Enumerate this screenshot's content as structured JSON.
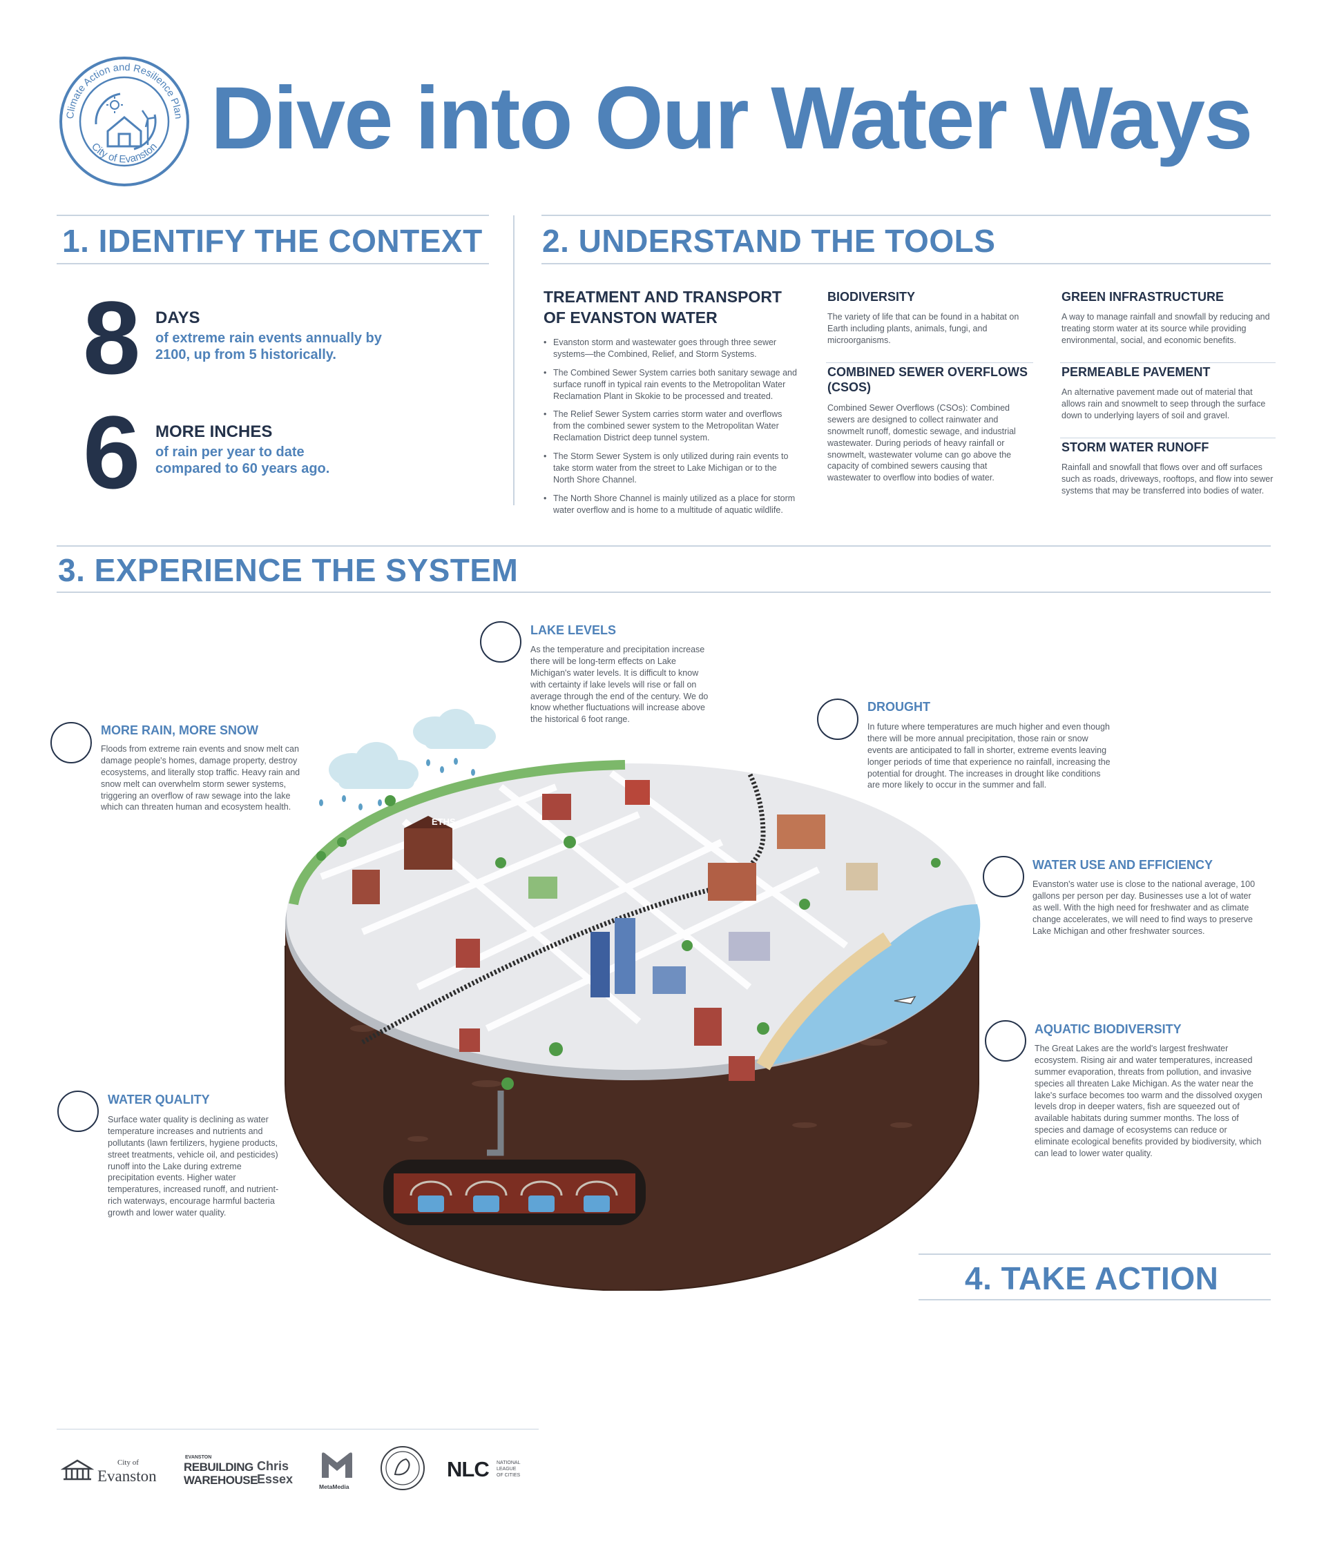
{
  "header": {
    "title": "Dive into Our Water Ways",
    "seal": {
      "ring_top": "Climate Action and Resilience Plan",
      "ring_bottom": "City of Evanston"
    }
  },
  "sections": {
    "context": "1. IDENTIFY THE CONTEXT",
    "tools": "2. UNDERSTAND THE TOOLS",
    "experience": "3. EXPERIENCE THE SYSTEM",
    "action": "4. TAKE ACTION"
  },
  "context": {
    "stats": [
      {
        "number": "8",
        "heading": "DAYS",
        "text": "of extreme rain events annually by 2100, up from 5 historically."
      },
      {
        "number": "6",
        "heading": "MORE INCHES",
        "text": "of rain per year to date compared to 60 years ago."
      }
    ]
  },
  "tools": {
    "treatment": {
      "heading": "TREATMENT AND TRANSPORT OF EVANSTON WATER",
      "bullets": [
        "Evanston storm and wastewater goes through three sewer systems—the Combined, Relief, and Storm Systems.",
        "The Combined Sewer System carries both sanitary sewage and surface runoff in typical rain events to the Metropolitan Water Reclamation Plant in Skokie to be processed and treated.",
        "The Relief Sewer System carries storm water and overflows from the combined sewer system to the Metropolitan Water Reclamation District deep tunnel system.",
        "The Storm Sewer System is only utilized during rain events to take storm water from the street to Lake Michigan or to the North Shore Channel.",
        "The North Shore Channel is mainly utilized as a place for storm water overflow and is home to a multitude of aquatic wildlife."
      ]
    },
    "biodiversity": {
      "heading": "BIODIVERSITY",
      "text": "The variety of life that can be found in a habitat on Earth including plants, animals, fungi, and microorganisms."
    },
    "csos": {
      "heading": "COMBINED SEWER OVERFLOWS (CSOS)",
      "text": "Combined Sewer Overflows (CSOs): Combined sewers are designed to collect rainwater and snowmelt runoff, domestic sewage, and industrial wastewater. During periods of heavy rainfall or snowmelt, wastewater volume can go above the capacity of combined sewers causing that wastewater to overflow into bodies of water."
    },
    "green": {
      "heading": "GREEN INFRASTRUCTURE",
      "text": "A way to manage rainfall and snowfall by reducing and treating storm water at its source while providing environmental, social, and economic benefits."
    },
    "permeable": {
      "heading": "PERMEABLE PAVEMENT",
      "text": "An alternative pavement made out of material that allows rain and snowmelt to seep through the surface down to underlying layers of soil and gravel."
    },
    "runoff": {
      "heading": "STORM WATER RUNOFF",
      "text": "Rainfall and snowfall that flows over and off surfaces such as roads, driveways, rooftops, and flow into sewer systems that may be transferred into bodies of water."
    }
  },
  "experience": {
    "lake_levels": {
      "heading": "LAKE LEVELS",
      "text": "As the temperature and precipitation increase there will be long-term effects on Lake Michigan's water levels. It is difficult to know with certainty if lake levels will rise or fall on average through the end of the century. We do know whether fluctuations will increase above the historical 6 foot range."
    },
    "more_rain": {
      "heading": "MORE RAIN, MORE SNOW",
      "text": "Floods from extreme rain events and snow melt can damage people's homes, damage property, destroy ecosystems, and literally stop traffic. Heavy rain and snow melt can overwhelm storm sewer systems, triggering an overflow of raw sewage into the lake which can threaten human and ecosystem health."
    },
    "drought": {
      "heading": "DROUGHT",
      "text": "In future where temperatures are much higher and even though there will be more annual precipitation, those rain or snow events are anticipated to fall in shorter, extreme events leaving longer periods of time that experience no rainfall, increasing the potential for drought. The increases in drought like conditions are more likely to occur in the summer and fall."
    },
    "water_use": {
      "heading": "WATER USE AND EFFICIENCY",
      "text": "Evanston's water use is close to the national average, 100 gallons per person per day. Businesses use a lot of water as well. With the high need for freshwater and as climate change accelerates, we will need to find ways to preserve Lake Michigan and other freshwater sources."
    },
    "aquatic": {
      "heading": "AQUATIC BIODIVERSITY",
      "text": "The Great Lakes are the world's largest freshwater ecosystem. Rising air and water temperatures, increased summer evaporation, threats from pollution, and invasive species all threaten Lake Michigan. As the water near the lake's surface becomes too warm and the dissolved oxygen levels drop in deeper waters, fish are squeezed out of available habitats during summer months. The loss of species and damage of ecosystems can reduce or eliminate ecological benefits provided by biodiversity, which can lead to lower water quality."
    },
    "water_quality": {
      "heading": "WATER QUALITY",
      "text": "Surface water quality is declining as water temperature increases and nutrients and pollutants (lawn fertilizers, hygiene products, street treatments, vehicle oil, and pesticides) runoff into the Lake during extreme precipitation events. Higher water temperatures, increased runoff, and nutrient-rich waterways, encourage harmful bacteria growth and lower water quality."
    },
    "illustration_sign": "ETHS"
  },
  "logos": {
    "evanston_small": "City of",
    "evanston": "Evanston",
    "rebuilding_top": "EVANSTON",
    "rebuilding_1": "REBUILDING",
    "rebuilding_2": "WAREHOUSE",
    "chris": "Chris",
    "essex": "Essex",
    "metamedia": "MetaMedia",
    "nlc": "NLC",
    "nlc_1": "NATIONAL",
    "nlc_2": "LEAGUE",
    "nlc_3": "OF CITIES"
  },
  "colors": {
    "accent": "#4f82b9",
    "navy": "#24324a",
    "lake": "#8fc6e6",
    "soil": "#4a2c22",
    "grass": "#7cb86a"
  }
}
